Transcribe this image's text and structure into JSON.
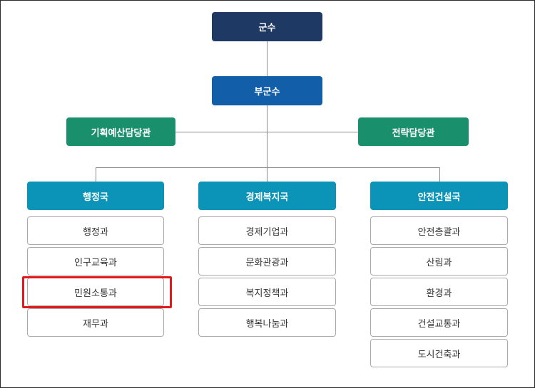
{
  "chart": {
    "top": "군수",
    "deputy": "부군수",
    "advisors": [
      "기획예산담당관",
      "전략담당관"
    ],
    "bureaus": [
      {
        "name": "행정국",
        "departments": [
          "행정과",
          "인구교육과",
          "민원소통과",
          "재무과"
        ]
      },
      {
        "name": "경제복지국",
        "departments": [
          "경제기업과",
          "문화관광과",
          "복지정책과",
          "행복나눔과"
        ]
      },
      {
        "name": "안전건설국",
        "departments": [
          "안전총괄과",
          "산림과",
          "환경과",
          "건설교통과",
          "도시건축과"
        ]
      }
    ],
    "highlighted_department": "민원소통과"
  },
  "colors": {
    "top": "#1e3a64",
    "deputy": "#135ea8",
    "advisor": "#1a8f6c",
    "bureau": "#0b94b8",
    "highlight": "#e0191d"
  }
}
